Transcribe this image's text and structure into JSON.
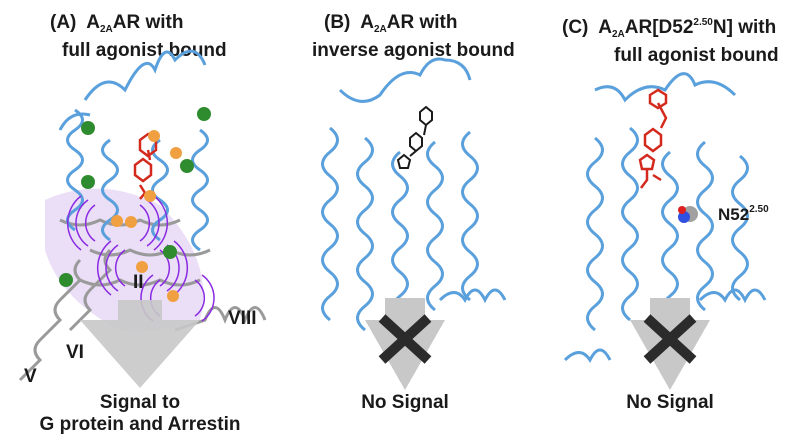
{
  "figure": {
    "panels": [
      {
        "id": "A",
        "label": "(A)",
        "title_prefix": "A",
        "title_subscript": "2A",
        "title_suffix": "AR with",
        "title_line2": "full agonist bound",
        "ligand": "full agonist",
        "ligand_color": "#d42a1e",
        "ribbon_color_top": "#5aa0dc",
        "ribbon_color_bottom": "#9a9a9a",
        "helix_labels": [
          "V",
          "VI",
          "II",
          "VIII"
        ],
        "caption_line1": "Signal to",
        "caption_line2": "G protein and Arrestin",
        "signal": true
      },
      {
        "id": "B",
        "label": "(B)",
        "title_prefix": "A",
        "title_subscript": "2A",
        "title_suffix": "AR with",
        "title_line2": "inverse agonist bound",
        "ligand": "inverse agonist",
        "ligand_color": "#1a1a1a",
        "ribbon_color_top": "#5aa0dc",
        "caption_line1": "No Signal",
        "signal": false
      },
      {
        "id": "C",
        "label": "(C)",
        "title_prefix": "A",
        "title_subscript": "2A",
        "title_suffix": "AR[D52",
        "title_superscript": "2.50",
        "title_suffix2": "N] with",
        "title_line2": "full agonist bound",
        "ligand": "full agonist",
        "ligand_color": "#d42a1e",
        "ribbon_color_top": "#5aa0dc",
        "residue_label": "N52",
        "residue_superscript": "2.50",
        "caption_line1": "No Signal",
        "signal": false
      }
    ],
    "colors": {
      "ribbon_blue": "#5aa0dc",
      "ribbon_gray": "#9a9a9a",
      "arrow_gray": "#c8c8c8",
      "cross": "#2b2b2b",
      "wave_purple": "#8a2be2",
      "glow_lavender": "#e6d6f5",
      "sphere_green": "#2e8b2e",
      "sphere_orange": "#f0a040"
    }
  }
}
